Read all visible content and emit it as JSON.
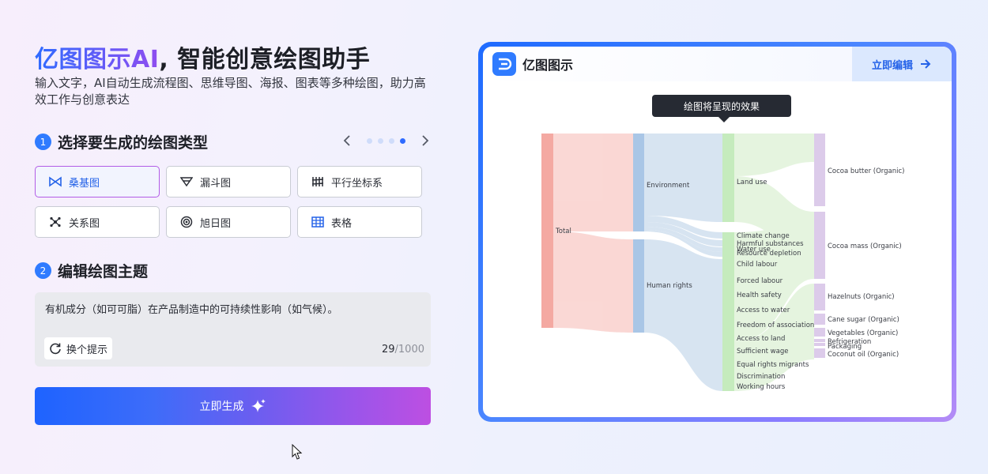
{
  "hero": {
    "brand": "亿图图示AI",
    "title_rest": ", 智能创意绘图助手",
    "subtitle": "输入文字，AI自动生成流程图、思维导图、海报、图表等多种绘图，助力高效工作与创意表达"
  },
  "step1": {
    "num": "1",
    "title": "选择要生成的绘图类型",
    "active_page": 4,
    "page_count": 4
  },
  "chart_types": [
    {
      "label": "桑基图",
      "icon": "sankey-icon",
      "selected": true
    },
    {
      "label": "漏斗图",
      "icon": "funnel-icon",
      "selected": false
    },
    {
      "label": "平行坐标系",
      "icon": "parallel-coords-icon",
      "selected": false
    },
    {
      "label": "关系图",
      "icon": "graph-icon",
      "selected": false
    },
    {
      "label": "旭日图",
      "icon": "sunburst-icon",
      "selected": false
    },
    {
      "label": "表格",
      "icon": "table-icon",
      "selected": false
    }
  ],
  "step2": {
    "num": "2",
    "title": "编辑绘图主题"
  },
  "prompt": {
    "text": "有机成分（如可可脂）在产品制造中的可持续性影响（如气候）。",
    "refresh_label": "换个提示",
    "count": "29",
    "max": "/1000"
  },
  "generate_label": "立即生成",
  "preview": {
    "app_name": "亿图图示",
    "edit_label": "立即编辑",
    "tooltip": "绘图将呈现的效果"
  },
  "colors": {
    "accent": "#2f6bff",
    "purple": "#bd4fe2"
  },
  "sankey": {
    "total": "Total",
    "categories": [
      "Environment",
      "Human rights"
    ],
    "impacts": [
      "Land use",
      "Climate change",
      "Harmful substances",
      "Water use",
      "Resource depletion",
      "Child labour",
      "Forced labour",
      "Health safety",
      "Access to water",
      "Freedom of association",
      "Access to land",
      "Sufficient wage",
      "Equal rights migrants",
      "Discrimination",
      "Working hours"
    ],
    "ingredients": [
      "Cocoa butter (Organic)",
      "Cocoa mass (Organic)",
      "Hazelnuts (Organic)",
      "Cane sugar (Organic)",
      "Vegetables (Organic)",
      "Refrigeration",
      "Packaging",
      "Coconut oil (Organic)"
    ]
  }
}
